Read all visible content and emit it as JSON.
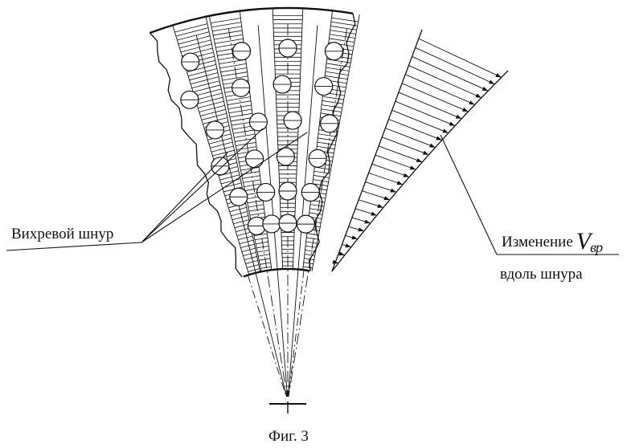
{
  "labels": {
    "vortex_cord": "Вихревой шнур",
    "change": "Изменение",
    "variable_main": "V",
    "variable_sub": "вр",
    "along_cord": "вдоль шнура",
    "caption": "Фиг. 3"
  }
}
